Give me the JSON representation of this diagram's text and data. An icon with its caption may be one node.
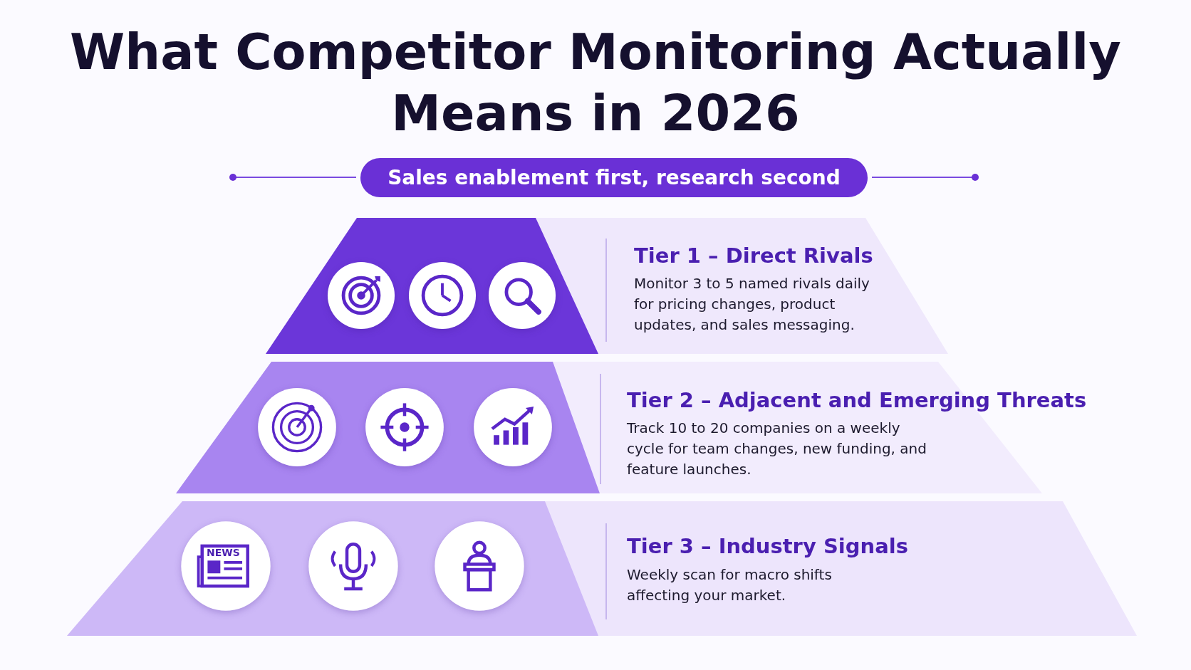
{
  "diagram": {
    "title": "What Competitor Monitoring Actually Means in 2026",
    "nodes": [
      {
        "text": [
          "Sales enablement first, research second"
        ]
      },
      {
        "text": [
          "Tier 1 – Direct Rivals",
          "Monitor 3 to 5 named rivals daily for pricing changes, product updates, and sales messaging."
        ]
      },
      {
        "text": [
          "Tier 2 – Adjacent and Emerging Threats",
          "Track 10 to 20 companies on a weekly cycle for team changes, new funding, and feature launches."
        ]
      },
      {
        "text": [
          "Tier 3 – Industry Signals",
          "Weekly scan for macro shifts affecting your market."
        ]
      }
    ],
    "labels": [
      "NEWS"
    ]
  }
}
